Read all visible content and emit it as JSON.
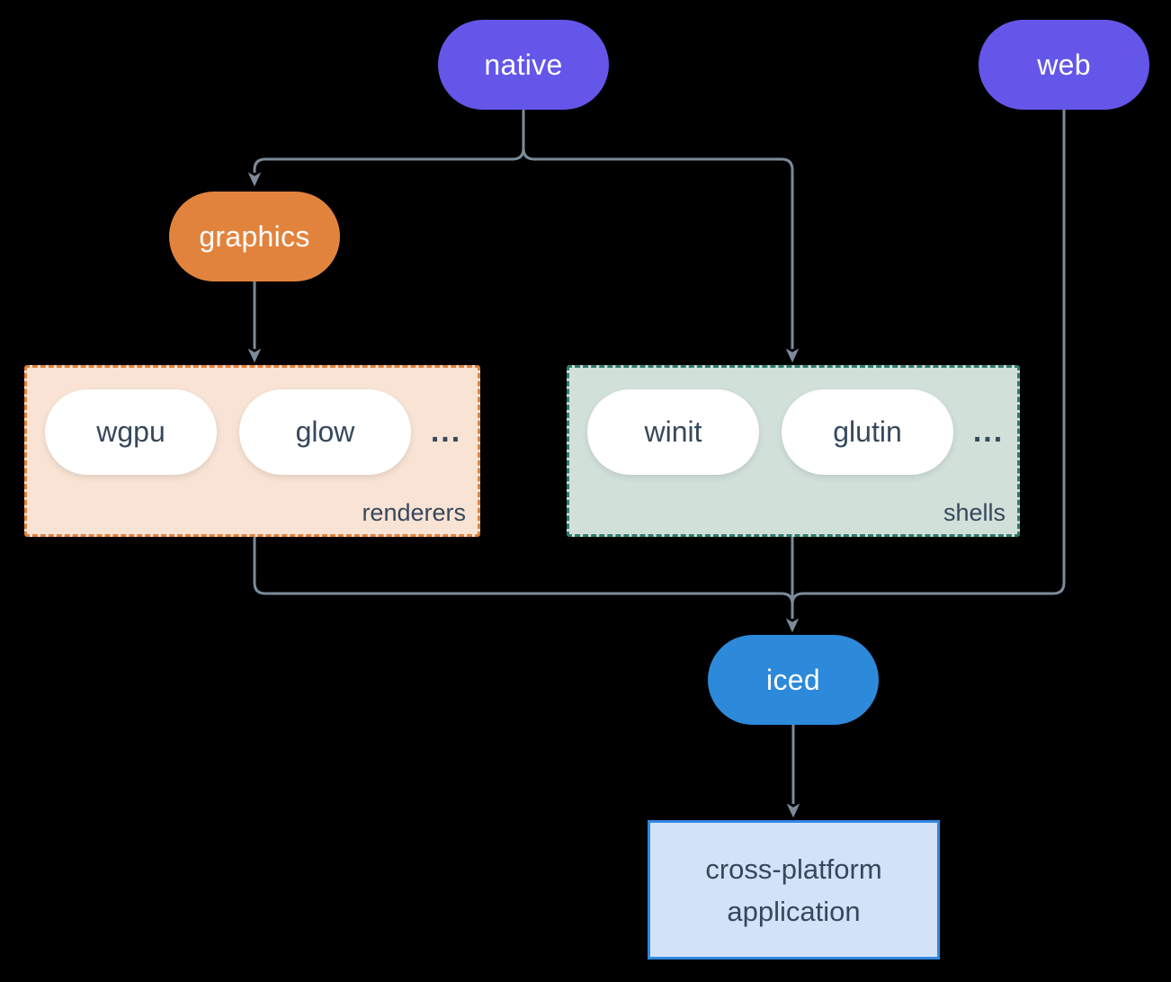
{
  "diagram": {
    "background_color": "#000000",
    "edge_color": "#7b8b9a",
    "nodes": {
      "native": {
        "label": "native",
        "color": "#6456e8",
        "text_color": "#ffffff"
      },
      "web": {
        "label": "web",
        "color": "#6456e8",
        "text_color": "#ffffff"
      },
      "graphics": {
        "label": "graphics",
        "color": "#e2833d",
        "text_color": "#ffffff"
      },
      "iced": {
        "label": "iced",
        "color": "#2d89da",
        "text_color": "#ffffff"
      },
      "application": {
        "label": "cross-platform application",
        "fill": "#d2e3f7",
        "border": "#3287e2",
        "text_color": "#36485c"
      }
    },
    "groups": {
      "renderers": {
        "label": "renderers",
        "items": [
          "wgpu",
          "glow"
        ],
        "ellipsis": "...",
        "fill": "#f9e3d4",
        "border": "#e2813a",
        "item_text_color": "#36485c"
      },
      "shells": {
        "label": "shells",
        "items": [
          "winit",
          "glutin"
        ],
        "ellipsis": "...",
        "fill": "#d2e0da",
        "border": "#2e7d6e",
        "item_text_color": "#36485c"
      }
    },
    "edges": [
      {
        "from": "native",
        "to": "graphics"
      },
      {
        "from": "native",
        "to": "shells"
      },
      {
        "from": "graphics",
        "to": "renderers"
      },
      {
        "from": "renderers",
        "to": "iced"
      },
      {
        "from": "shells",
        "to": "iced"
      },
      {
        "from": "web",
        "to": "iced"
      },
      {
        "from": "iced",
        "to": "cross-platform application"
      }
    ]
  }
}
